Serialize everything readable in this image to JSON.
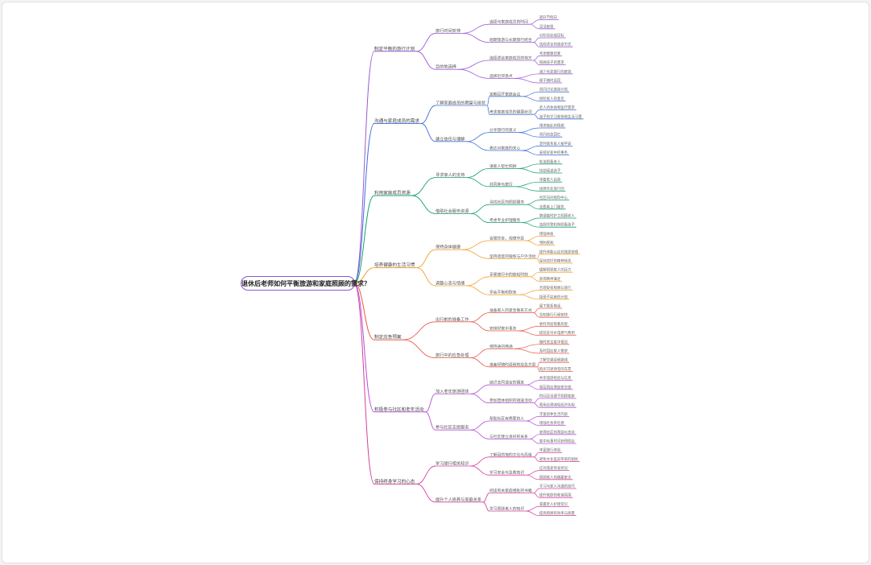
{
  "root": "退休后老师如何平衡旅游和家庭照顾的需求？",
  "colors": [
    "#9b59d6",
    "#3f6fd8",
    "#16a06b",
    "#f0a030",
    "#e85a48",
    "#b84fd6",
    "#d63fa0"
  ],
  "branches": [
    {
      "label": "制定平衡的旅行计划",
      "children": [
        {
          "label": "旅行时间安排",
          "children": [
            {
              "label": "选择与家庭成员的时间",
              "children": [
                "避开节假日",
                "灵活安排"
              ]
            },
            {
              "label": "短期旅游与长期旅行结合",
              "children": [
                "分阶段完成目标",
                "选择适合的旅游方式"
              ]
            }
          ]
        },
        {
          "label": "目的地选择",
          "children": [
            {
              "label": "选择适合家庭成员的地方",
              "children": [
                "考虑健康因素",
                "照顾孩子的需求"
              ]
            },
            {
              "label": "选择近郊景点",
              "children": [
                "减少长途旅行的疲劳",
                "便于随时返回"
              ]
            }
          ]
        }
      ]
    },
    {
      "label": "沟通与家庭成员的需求",
      "children": [
        {
          "label": "了解家庭成员的期望与担忧",
          "children": [
            {
              "label": "定期召开家庭会议",
              "children": [
                "共同讨论旅游计划",
                "倾听家人的意见"
              ]
            },
            {
              "label": "考虑家庭成员的健康状况",
              "children": [
                "老人的体质和医疗需求",
                "孩子的学习安排和生活习惯"
              ]
            }
          ]
        },
        {
          "label": "建立信任与理解",
          "children": [
            {
              "label": "分享旅行的意义",
              "children": [
                "增进彼此的情感",
                "共同创造回忆"
              ]
            },
            {
              "label": "表达对家庭的关心",
              "children": [
                "定时联系家人报平安",
                "安排好家中的事务"
              ]
            }
          ]
        }
      ]
    },
    {
      "label": "利用家庭成员资源",
      "children": [
        {
          "label": "寻求家人的支持",
          "children": [
            {
              "label": "请家人帮忙照顾",
              "children": [
                "轮流照看老人",
                "协助接送孩子"
              ]
            },
            {
              "label": "共同参与旅行",
              "children": [
                "带着家人出游",
                "组建亲友旅行团"
              ]
            }
          ]
        },
        {
          "label": "借助社会服务资源",
          "children": [
            {
              "label": "寻找社区的照顾服务",
              "children": [
                "社区日间照料中心",
                "志愿者上门服务"
              ]
            },
            {
              "label": "考虑专业护理服务",
              "children": [
                "聘请临时护工照顾老人",
                "选择托管机构照看孩子"
              ]
            }
          ]
        }
      ]
    },
    {
      "label": "培养健康的生活习惯",
      "children": [
        {
          "label": "保持身体健康",
          "children": [
            {
              "label": "合理饮食，规律作息",
              "children": [
                "增强体质",
                "预防疾病"
              ]
            },
            {
              "label": "坚持适度的锻炼与户外活动",
              "children": [
                "提升体能以应对旅途劳顿",
                "保持良好的精神状态"
              ]
            }
          ]
        },
        {
          "label": "调整心态与情绪",
          "children": [
            {
              "label": "享受旅行中的放松时刻",
              "children": [
                "缓解照顾家人的压力",
                "获得精神满足"
              ]
            },
            {
              "label": "学会平衡和取舍",
              "children": [
                "合理安排照顾与旅行",
                "接受不完美的计划"
              ]
            }
          ]
        }
      ]
    },
    {
      "label": "制定应急预案",
      "children": [
        {
          "label": "出行前的准备工作",
          "children": [
            {
              "label": "准备家人的紧急联系方式",
              "children": [
                "留下联系电话",
                "告知旅行行程安排"
              ]
            },
            {
              "label": "安排好家中事务",
              "children": [
                "委托邻居照看房屋",
                "提前支付水电燃气费用"
              ]
            }
          ]
        },
        {
          "label": "旅行中的应急处理",
          "children": [
            {
              "label": "保持通讯畅通",
              "children": [
                "随时关注家中情况",
                "及时回应家人需求"
              ]
            },
            {
              "label": "准备好随时返程的应急方案",
              "children": [
                "了解交通返程路线",
                "购买可退改签的车票"
              ]
            }
          ]
        }
      ]
    },
    {
      "label": "积极参与社区和老年活动",
      "children": [
        {
          "label": "加入老年旅游团体",
          "children": [
            {
              "label": "结识志同道合的朋友",
              "children": [
                "共享旅游经验与信息",
                "相互照应增加安全感"
              ]
            },
            {
              "label": "参加团体组织的短途活动",
              "children": [
                "时间灵活便于照顾家庭",
                "费用合理减轻经济负担"
              ]
            }
          ]
        },
        {
          "label": "参与社区志愿服务",
          "children": [
            {
              "label": "帮助社区有需要的人",
              "children": [
                "丰富退休生活内容",
                "增强社会责任感"
              ]
            },
            {
              "label": "与社区建立良好的关系",
              "children": [
                "获得社区的帮助与支持",
                "家中有事时可获得照应"
              ]
            }
          ]
        }
      ]
    },
    {
      "label": "保持终身学习的心态",
      "children": [
        {
          "label": "学习旅行相关知识",
          "children": [
            {
              "label": "了解目的地的文化与风俗",
              "children": [
                "丰富旅行体验",
                "避免文化差异带来的困扰"
              ]
            },
            {
              "label": "学习安全与急救知识",
              "children": [
                "应对旅途突发状况",
                "照顾家人的健康安全"
              ]
            }
          ]
        },
        {
          "label": "提升个人修养与家庭关系",
          "children": [
            {
              "label": "阅读有关家庭相处的书籍",
              "children": [
                "学习与家人沟通的技巧",
                "提升家庭的和谐氛围"
              ]
            },
            {
              "label": "学习照顾老人的知识",
              "children": [
                "掌握老人护理常识",
                "提高照顾的效率与质量"
              ]
            }
          ]
        }
      ]
    }
  ]
}
